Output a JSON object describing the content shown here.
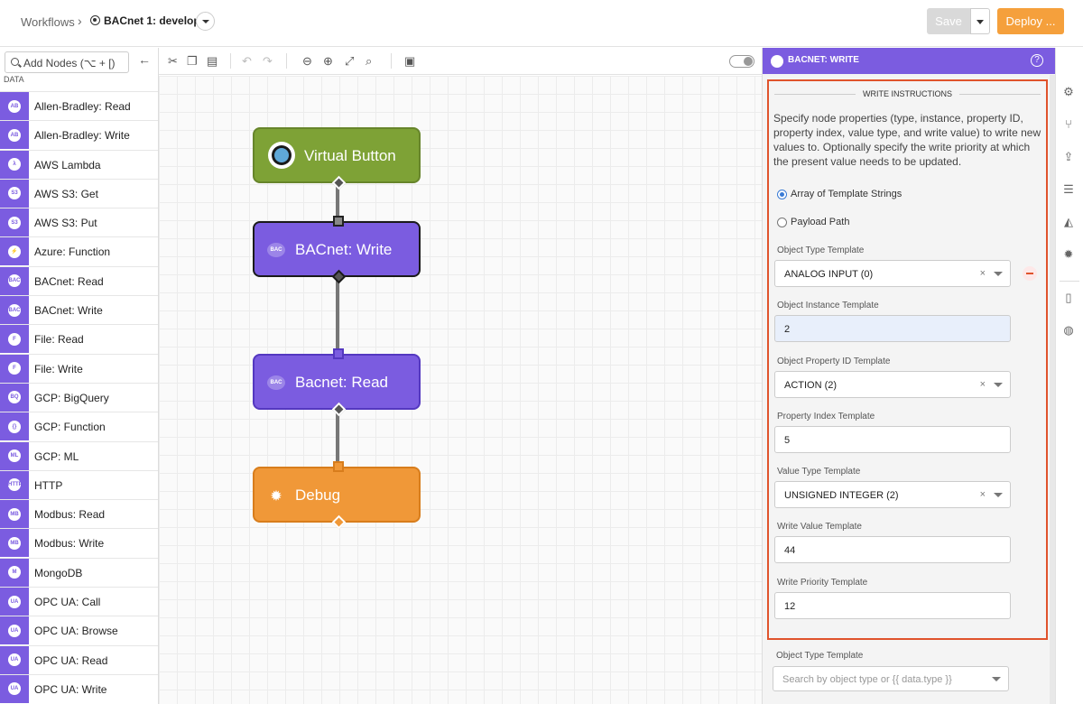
{
  "header": {
    "breadcrumb_root": "Workflows",
    "separator": "›",
    "workflow_name": "BACnet 1: develop",
    "save_label": "Save",
    "deploy_label": "Deploy ..."
  },
  "palette": {
    "search_placeholder": "Add Nodes (⌥ + [)",
    "category": "DATA",
    "items": [
      {
        "label": "Allen-Bradley: Read",
        "icon": "AB"
      },
      {
        "label": "Allen-Bradley: Write",
        "icon": "AB"
      },
      {
        "label": "AWS Lambda",
        "icon": "λ"
      },
      {
        "label": "AWS S3: Get",
        "icon": "S3"
      },
      {
        "label": "AWS S3: Put",
        "icon": "S3"
      },
      {
        "label": "Azure: Function",
        "icon": "⚡"
      },
      {
        "label": "BACnet: Read",
        "icon": "BAC"
      },
      {
        "label": "BACnet: Write",
        "icon": "BAC"
      },
      {
        "label": "File: Read",
        "icon": "F"
      },
      {
        "label": "File: Write",
        "icon": "F"
      },
      {
        "label": "GCP: BigQuery",
        "icon": "BQ"
      },
      {
        "label": "GCP: Function",
        "icon": "{}"
      },
      {
        "label": "GCP: ML",
        "icon": "ML"
      },
      {
        "label": "HTTP",
        "icon": "HTTP"
      },
      {
        "label": "Modbus: Read",
        "icon": "MB"
      },
      {
        "label": "Modbus: Write",
        "icon": "MB"
      },
      {
        "label": "MongoDB",
        "icon": "M"
      },
      {
        "label": "OPC UA: Call",
        "icon": "UA"
      },
      {
        "label": "OPC UA: Browse",
        "icon": "UA"
      },
      {
        "label": "OPC UA: Read",
        "icon": "UA"
      },
      {
        "label": "OPC UA: Write",
        "icon": "UA"
      }
    ]
  },
  "canvas": {
    "nodes": [
      {
        "title": "Virtual Button"
      },
      {
        "title": "BACnet: Write"
      },
      {
        "title": "Bacnet: Read"
      },
      {
        "title": "Debug"
      }
    ]
  },
  "panel": {
    "title": "BACNET: WRITE",
    "section_title": "WRITE INSTRUCTIONS",
    "description": "Specify node properties (type, instance, property ID, property index, value type, and write value) to write new values to. Optionally specify the write priority at which the present value needs to be updated.",
    "radio_array": "Array of Template Strings",
    "radio_payload": "Payload Path",
    "object_type_label": "Object Type Template",
    "object_type_value": "ANALOG INPUT (0)",
    "object_instance_label": "Object Instance Template",
    "object_instance_value": "2",
    "property_id_label": "Object Property ID Template",
    "property_id_value": "ACTION (2)",
    "property_index_label": "Property Index Template",
    "property_index_value": "5",
    "value_type_label": "Value Type Template",
    "value_type_value": "UNSIGNED INTEGER (2)",
    "write_value_label": "Write Value Template",
    "write_value_value": "44",
    "write_priority_label": "Write Priority Template",
    "write_priority_value": "12",
    "below_label": "Object Type Template",
    "below_placeholder": "Search by object type or {{ data.type }}",
    "clear_glyph": "×"
  },
  "colors": {
    "accent": "#7b5ce0",
    "deploy": "#f5a03c",
    "highlight_border": "#e0532c",
    "virtual_button": "#7ea236",
    "debug": "#f09838"
  }
}
